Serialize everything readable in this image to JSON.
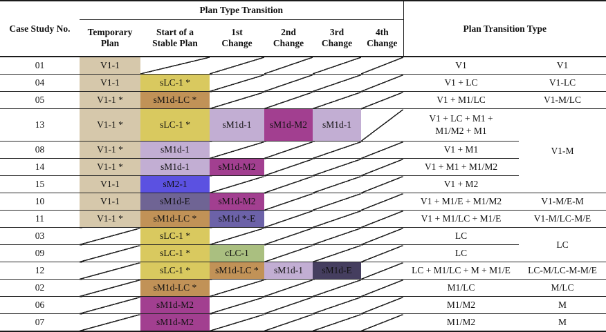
{
  "header": {
    "case_study_no": "Case Study No.",
    "plan_type_transition": "Plan Type Transition",
    "plan_transition_type": "Plan Transition Type"
  },
  "columns": [
    {
      "label1": "Temporary",
      "label2": "Plan"
    },
    {
      "label1": "Start of a",
      "label2": "Stable Plan"
    },
    {
      "label1": "1st",
      "label2": "Change"
    },
    {
      "label1": "2nd",
      "label2": "Change"
    },
    {
      "label1": "3rd",
      "label2": "Change"
    },
    {
      "label1": "4th",
      "label2": "Change"
    }
  ],
  "palette": {
    "tan": "#d6c8ab",
    "yellow": "#d9c95f",
    "brown": "#c19257",
    "lilac": "#c2aed3",
    "magenta": "#a23f90",
    "blue": "#5b51e1",
    "slate": "#6f6494",
    "violet": "#6c62a8",
    "darkslate": "#453e5f",
    "green": "#aabf80",
    "line": "#242424"
  },
  "rows": [
    {
      "case": "01",
      "cells": [
        {
          "text": "V1-1",
          "color": "tan"
        },
        null,
        null,
        null,
        null,
        null
      ],
      "transition": "V1",
      "group": {
        "text": "V1",
        "span": 1
      }
    },
    {
      "case": "04",
      "cells": [
        {
          "text": "V1-1",
          "color": "tan"
        },
        {
          "text": "sLC-1 *",
          "color": "yellow"
        },
        null,
        null,
        null,
        null
      ],
      "transition": "V1 + LC",
      "group": {
        "text": "V1-LC",
        "span": 1
      }
    },
    {
      "case": "05",
      "cells": [
        {
          "text": "V1-1 *",
          "color": "tan"
        },
        {
          "text": "sM1d-LC *",
          "color": "brown"
        },
        null,
        null,
        null,
        null
      ],
      "transition": "V1 + M1/LC",
      "group": {
        "text": "V1-M/LC",
        "span": 1
      }
    },
    {
      "case": "13",
      "tall": true,
      "cells": [
        {
          "text": "V1-1 *",
          "color": "tan"
        },
        {
          "text": "sLC-1 *",
          "color": "yellow"
        },
        {
          "text": "sM1d-1",
          "color": "lilac"
        },
        {
          "text": "sM1d-M2",
          "color": "magenta"
        },
        {
          "text": "sM1d-1",
          "color": "lilac"
        },
        null
      ],
      "transition": [
        "V1 + LC + M1 +",
        "M1/M2 + M1"
      ],
      "group": {
        "text": "V1-M",
        "span": 4
      }
    },
    {
      "case": "08",
      "cells": [
        {
          "text": "V1-1 *",
          "color": "tan"
        },
        {
          "text": "sM1d-1",
          "color": "lilac"
        },
        null,
        null,
        null,
        null
      ],
      "transition": "V1 + M1"
    },
    {
      "case": "14",
      "cells": [
        {
          "text": "V1-1 *",
          "color": "tan"
        },
        {
          "text": "sM1d-1",
          "color": "lilac"
        },
        {
          "text": "sM1d-M2",
          "color": "magenta"
        },
        null,
        null,
        null
      ],
      "transition": "V1 + M1 + M1/M2"
    },
    {
      "case": "15",
      "cells": [
        {
          "text": "V1-1",
          "color": "tan"
        },
        {
          "text": "sM2-1",
          "color": "blue"
        },
        null,
        null,
        null,
        null
      ],
      "transition": "V1 + M2"
    },
    {
      "case": "10",
      "cells": [
        {
          "text": "V1-1",
          "color": "tan"
        },
        {
          "text": "sM1d-E",
          "color": "slate"
        },
        {
          "text": "sM1d-M2",
          "color": "magenta"
        },
        null,
        null,
        null
      ],
      "transition": "V1 + M1/E + M1/M2",
      "group": {
        "text": "V1-M/E-M",
        "span": 1
      }
    },
    {
      "case": "11",
      "cells": [
        {
          "text": "V1-1 *",
          "color": "tan"
        },
        {
          "text": "sM1d-LC *",
          "color": "brown"
        },
        {
          "text": "sM1d *-E",
          "color": "violet"
        },
        null,
        null,
        null
      ],
      "transition": "V1 + M1/LC + M1/E",
      "group": {
        "text": "V1-M/LC-M/E",
        "span": 1
      }
    },
    {
      "case": "03",
      "cells": [
        null,
        {
          "text": "sLC-1 *",
          "color": "yellow"
        },
        null,
        null,
        null,
        null
      ],
      "transition": "LC",
      "group": {
        "text": "LC",
        "span": 2
      }
    },
    {
      "case": "09",
      "cells": [
        null,
        {
          "text": "sLC-1 *",
          "color": "yellow"
        },
        {
          "text": "cLC-1",
          "color": "green"
        },
        null,
        null,
        null
      ],
      "transition": "LC"
    },
    {
      "case": "12",
      "cells": [
        null,
        {
          "text": "sLC-1 *",
          "color": "yellow"
        },
        {
          "text": "sM1d-LC *",
          "color": "brown"
        },
        {
          "text": "sM1d-1",
          "color": "lilac"
        },
        {
          "text": "sM1d-E",
          "color": "darkslate"
        },
        null
      ],
      "transition": "LC + M1/LC + M + M1/E",
      "group": {
        "text": "LC-M/LC-M-M/E",
        "span": 1
      }
    },
    {
      "case": "02",
      "cells": [
        null,
        {
          "text": "sM1d-LC *",
          "color": "brown"
        },
        null,
        null,
        null,
        null
      ],
      "transition": "M1/LC",
      "group": {
        "text": "M/LC",
        "span": 1
      }
    },
    {
      "case": "06",
      "cells": [
        null,
        {
          "text": "sM1d-M2",
          "color": "magenta"
        },
        null,
        null,
        null,
        null
      ],
      "transition": "M1/M2",
      "group": {
        "text": "M",
        "span": 1
      }
    },
    {
      "case": "07",
      "cells": [
        null,
        {
          "text": "sM1d-M2",
          "color": "magenta"
        },
        null,
        null,
        null,
        null
      ],
      "transition": "M1/M2",
      "group": {
        "text": "M",
        "span": 1
      }
    }
  ]
}
